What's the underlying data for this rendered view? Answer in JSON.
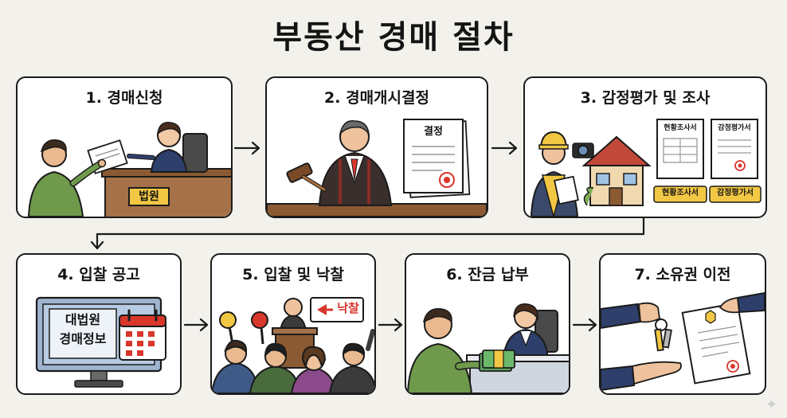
{
  "title": "부동산 경매 절차",
  "steps": [
    {
      "label": "1. 경매신청",
      "sign": "법원"
    },
    {
      "label": "2. 경매개시결정",
      "doc_title": "결정"
    },
    {
      "label": "3. 감정평가 및 조사",
      "doc1_title": "현황조사서",
      "doc2_title": "감정평가서",
      "tag1": "현황조사서",
      "tag2": "감정평가서"
    },
    {
      "label": "4. 입찰 공고",
      "screen_line1": "대법원",
      "screen_line2": "경매정보"
    },
    {
      "label": "5. 입찰 및 낙찰",
      "sign": "낙찰"
    },
    {
      "label": "6. 잔금 납부"
    },
    {
      "label": "7. 소유권 이전"
    }
  ],
  "colors": {
    "background": "#f3f1ec",
    "border": "#1b1b1b",
    "accent_yellow": "#f2c744",
    "accent_red": "#d9362c",
    "robe": "#3a2f2c",
    "green_shirt": "#6f9a4c"
  },
  "icons": [
    "arrow-right-icon",
    "arrow-down-icon",
    "gavel-icon",
    "calendar-icon",
    "camera-icon",
    "house-icon",
    "money-icon",
    "keys-icon",
    "paddle-icon"
  ]
}
